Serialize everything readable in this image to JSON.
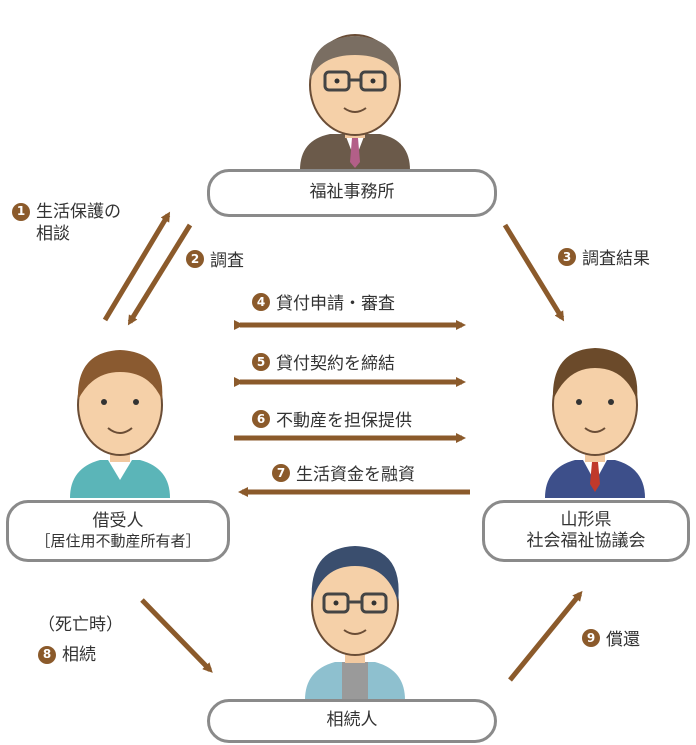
{
  "colors": {
    "arrow": "#8b5a2b",
    "box_border": "#8a8a8a",
    "badge": "#8b5a2b"
  },
  "nodes": {
    "welfare_office": {
      "label": "福祉事務所"
    },
    "borrower": {
      "label": "借受人",
      "sub": "［居住用不動産所有者］"
    },
    "council": {
      "line1": "山形県",
      "line2": "社会福祉協議会"
    },
    "heir": {
      "label": "相続人"
    }
  },
  "steps": [
    {
      "num": "1",
      "line1": "生活保護の",
      "line2": "相談"
    },
    {
      "num": "2",
      "label": "調査"
    },
    {
      "num": "3",
      "label": "調査結果"
    },
    {
      "num": "4",
      "label": "貸付申請・審査"
    },
    {
      "num": "5",
      "label": "貸付契約を締結"
    },
    {
      "num": "6",
      "label": "不動産を担保提供"
    },
    {
      "num": "7",
      "label": "生活資金を融資"
    },
    {
      "num": "8",
      "pre": "（死亡時）",
      "label": "相続"
    },
    {
      "num": "9",
      "label": "償還"
    }
  ]
}
